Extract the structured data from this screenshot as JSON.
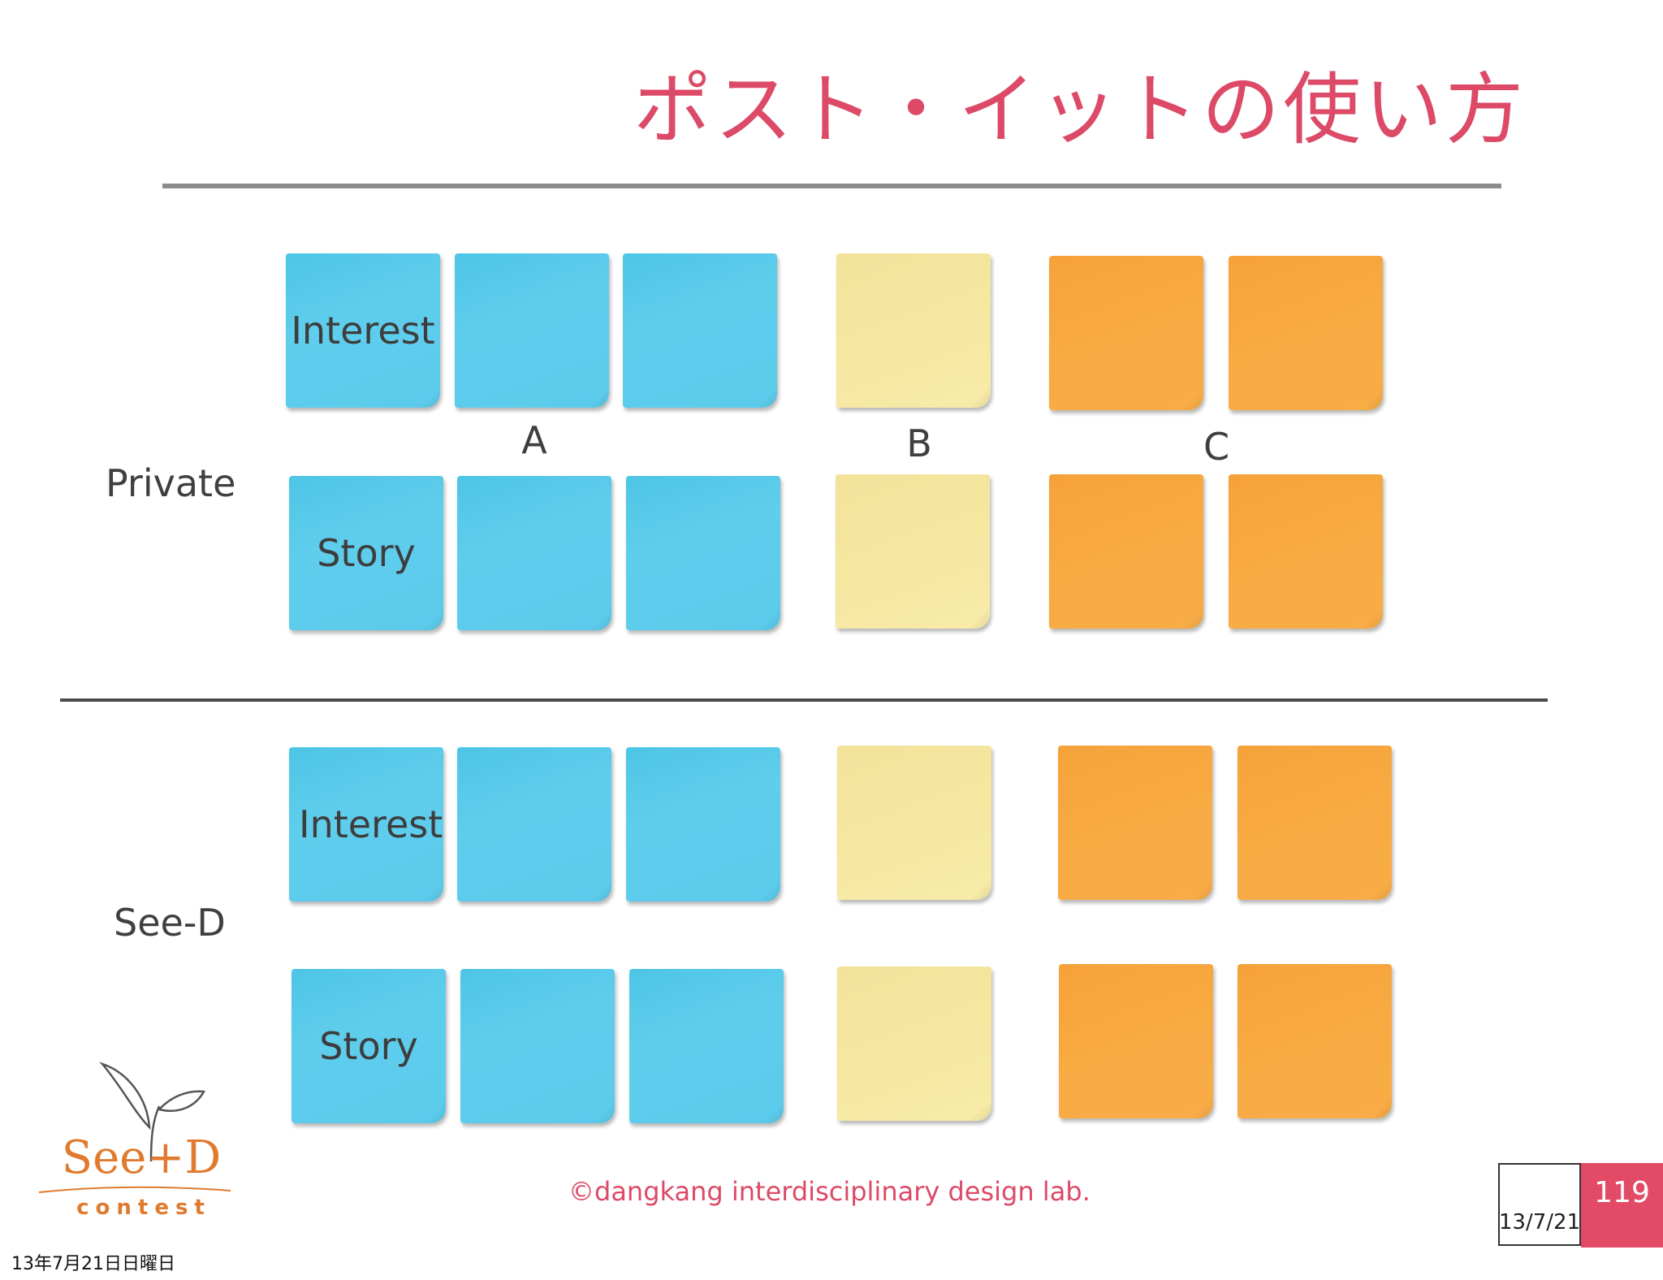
{
  "slide": {
    "title": "ポスト・イットの使い方",
    "rows": {
      "private": "Private",
      "seed": "See-D"
    },
    "groups": {
      "a": "A",
      "b": "B",
      "c": "C"
    },
    "note_labels": {
      "interest": "Interest",
      "story": "Story"
    },
    "colors": {
      "title": "#dc4a67",
      "blue_note": "#5ccbeb",
      "yellow_note": "#f6e8a2",
      "orange_note": "#f8aa43",
      "page_badge": "#e24a66"
    }
  },
  "footer": {
    "copyright": "©dangkang interdisciplinary design lab.",
    "slide_date": "13/7/21",
    "page_number": "119",
    "date_stamp": "13年7月21日日曜日"
  },
  "logo": {
    "name": "See+D",
    "subtitle": "contest",
    "icon": "sprout-icon"
  }
}
